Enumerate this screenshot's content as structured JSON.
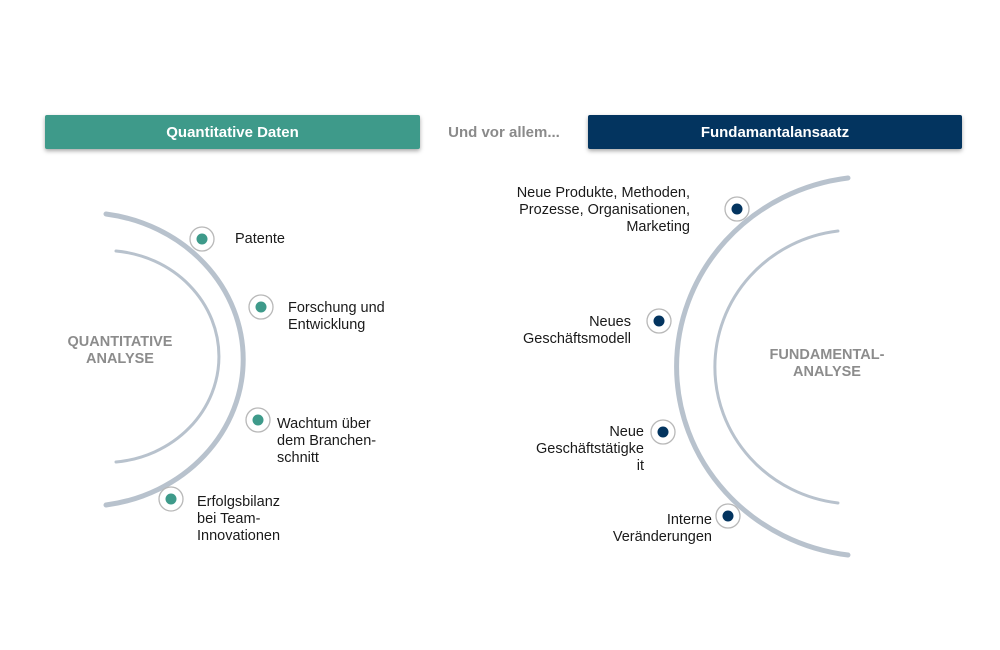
{
  "header": {
    "left_label": "Quantitative Daten",
    "middle_text": "Und vor allem...",
    "right_label": "Fundamantalansaatz"
  },
  "left_diagram": {
    "center_title": [
      "QUANTITATIVE",
      "ANALYSE"
    ],
    "items": [
      {
        "label": [
          "Patente"
        ]
      },
      {
        "label": [
          "Forschung und",
          "Entwicklung"
        ]
      },
      {
        "label": [
          "Wachtum über",
          "dem Branchen-",
          "schnitt"
        ]
      },
      {
        "label": [
          "Erfolgsbilanz",
          "bei Team-",
          "Innovationen"
        ]
      }
    ]
  },
  "right_diagram": {
    "center_title": [
      "FUNDAMENTAL-",
      "ANALYSE"
    ],
    "items": [
      {
        "label": [
          "Neue Produkte, Methoden,",
          "Prozesse, Organisationen,",
          "Marketing"
        ]
      },
      {
        "label": [
          "Neues",
          "Geschäftsmodell"
        ]
      },
      {
        "label": [
          "Neue",
          "Geschäftstätigke",
          "it"
        ]
      },
      {
        "label": [
          "Interne",
          "Veränderungen"
        ]
      }
    ]
  },
  "colors": {
    "teal": "#3e9a8a",
    "navy": "#03345f",
    "arc": "#b8c2cd",
    "title_gray": "#8c8c8c"
  }
}
